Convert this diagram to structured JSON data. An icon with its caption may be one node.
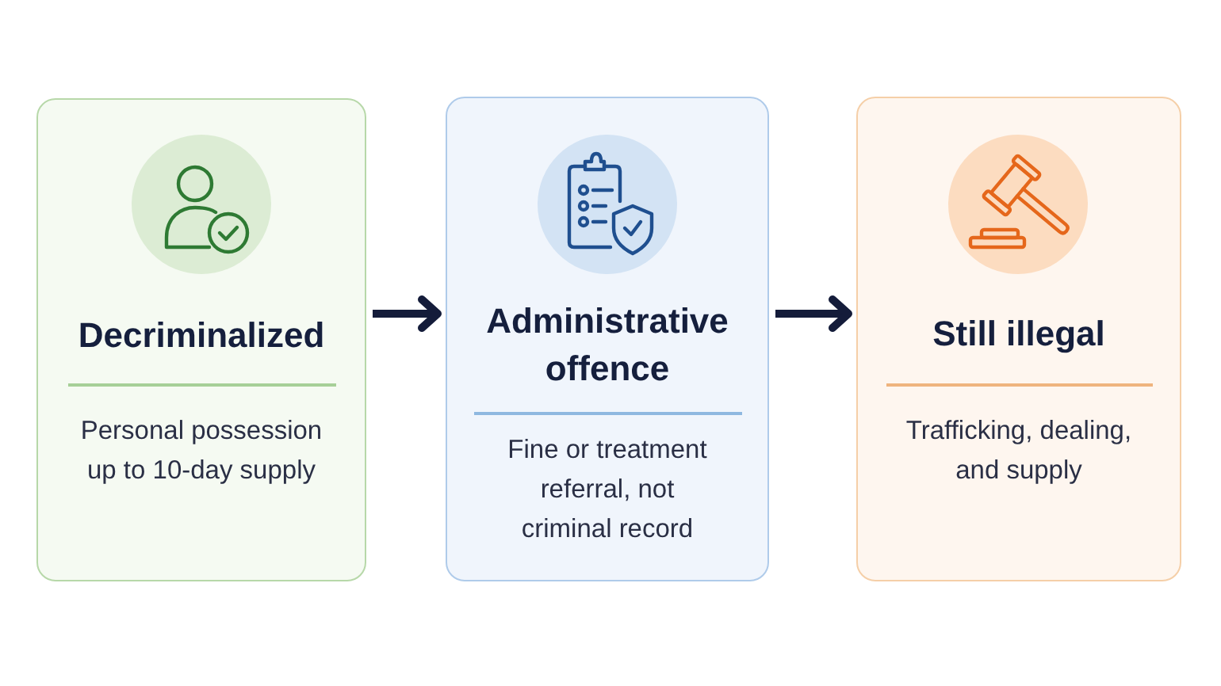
{
  "diagram": {
    "nodes": [
      {
        "text": [
          "Decriminalized",
          "Personal possession up to 10-day supply"
        ]
      },
      {
        "text": [
          "Administrative offence",
          "Fine or treatment referral, not criminal record"
        ]
      },
      {
        "text": [
          "Still illegal",
          "Trafficking, dealing, and supply"
        ]
      }
    ],
    "edges": [
      {
        "from": 0,
        "to": 1,
        "arrow": "to"
      },
      {
        "from": 1,
        "to": 2,
        "arrow": "to"
      }
    ]
  }
}
